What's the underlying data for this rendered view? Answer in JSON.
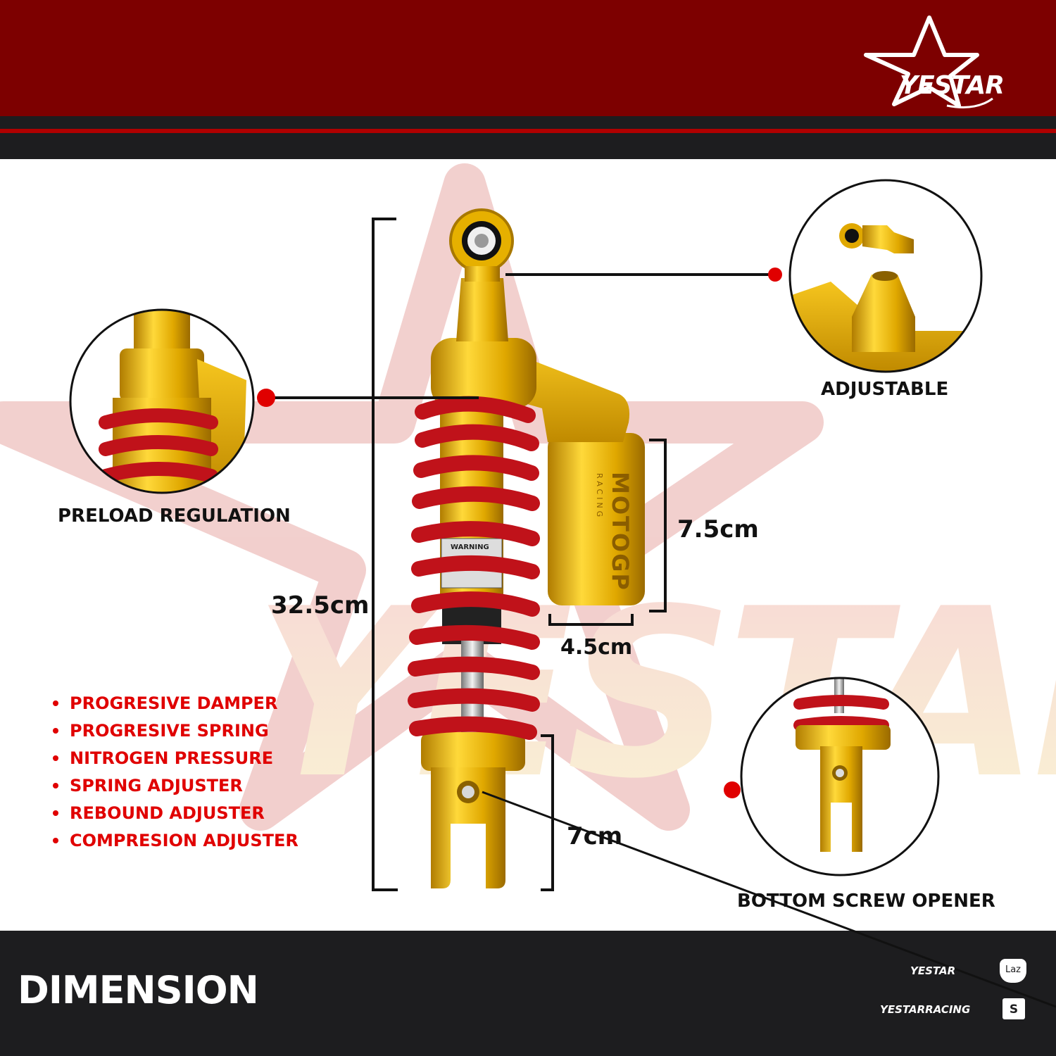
{
  "brand": {
    "logo_text": "YESTAR"
  },
  "callouts": {
    "adjustable": "ADJUSTABLE",
    "preload": "PRELOAD REGULATION",
    "bottom_screw": "BOTTOM SCREW OPENER"
  },
  "product": {
    "reservoir_brand": "MOTOGP",
    "reservoir_sub": "RACING",
    "warning": "WARNING"
  },
  "dimensions": {
    "total_length": "32.5cm",
    "reservoir_length": "7.5cm",
    "reservoir_width": "4.5cm",
    "bottom_length": "7cm"
  },
  "features": [
    "PROGRESIVE DAMPER",
    "PROGRESIVE SPRING",
    "NITROGEN PRESSURE",
    "SPRING ADJUSTER",
    "REBOUND ADJUSTER",
    "COMPRESION ADJUSTER"
  ],
  "footer": {
    "title": "DIMENSION",
    "lazada_store": "YESTAR",
    "lazada_icon_text": "Laz",
    "shopee_store": "YESTARRACING",
    "shopee_icon_text": "S"
  },
  "colors": {
    "header_red": "#7d0000",
    "dark_band": "#1d1d1f",
    "accent_red": "#e00000",
    "gold": "#d9a400",
    "spring_red": "#c0121a"
  },
  "icons": [
    "star-logo-icon",
    "lazada-icon",
    "shopee-bag-icon"
  ]
}
